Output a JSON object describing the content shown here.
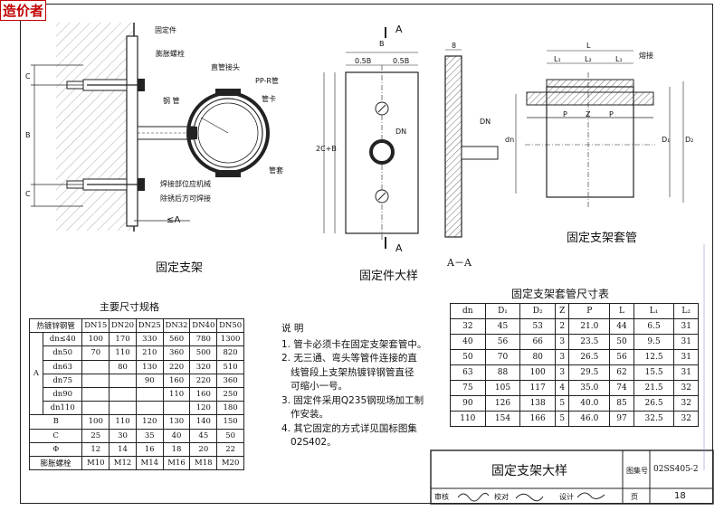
{
  "brand": "造价者",
  "captions": {
    "fixed_support": "固定支架",
    "fixing_detail": "固定件大样",
    "section_aa": "A－A",
    "sleeve": "固定支架套管"
  },
  "labels": {
    "fixing_piece": "固定件",
    "expansion_bolt": "膨胀螺栓",
    "straight_joint": "直管接头",
    "pp_r_pipe": "PP-R管",
    "steel_pipe": "钢 管",
    "clamp": "管卡",
    "weld_note1": "焊接部位应机械",
    "weld_note2": "除锈后方可焊接",
    "sleeve_label": "管套",
    "dn": "DN",
    "dm": "dn",
    "weld": "熔接",
    "section_a": "A",
    "dim_c": "C",
    "dim_b": "B",
    "dim_lt_a": "≤A",
    "dim_05b": "0.5B",
    "dim_2cb": "2C+B",
    "dim_8": "8",
    "dim_l": "L",
    "dim_l1": "L₁",
    "dim_l2": "L₂",
    "dim_p": "P",
    "dim_z": "Z",
    "dim_d1": "D₁",
    "dim_d2": "D₂"
  },
  "dims_table": {
    "title": "主要尺寸规格",
    "corner": "热镀锌钢管",
    "headers": [
      "DN15",
      "DN20",
      "DN25",
      "DN32",
      "DN40",
      "DN50"
    ],
    "a_label": "A",
    "rows": [
      {
        "label": "dn≤40",
        "values": [
          "100",
          "170",
          "330",
          "560",
          "780",
          "1300"
        ]
      },
      {
        "label": "dn50",
        "values": [
          "70",
          "110",
          "210",
          "360",
          "500",
          "820"
        ]
      },
      {
        "label": "dn63",
        "values": [
          "",
          "80",
          "130",
          "220",
          "320",
          "510"
        ]
      },
      {
        "label": "dn75",
        "values": [
          "",
          "",
          "90",
          "160",
          "220",
          "360"
        ]
      },
      {
        "label": "dn90",
        "values": [
          "",
          "",
          "",
          "110",
          "160",
          "250"
        ]
      },
      {
        "label": "dn110",
        "values": [
          "",
          "",
          "",
          "",
          "120",
          "180"
        ]
      },
      {
        "label": "B",
        "values": [
          "100",
          "110",
          "120",
          "130",
          "140",
          "150"
        ]
      },
      {
        "label": "C",
        "values": [
          "25",
          "30",
          "35",
          "40",
          "45",
          "50"
        ]
      },
      {
        "label": "Φ",
        "values": [
          "12",
          "14",
          "16",
          "18",
          "20",
          "22"
        ]
      },
      {
        "label": "膨胀螺栓",
        "values": [
          "M10",
          "M12",
          "M14",
          "M16",
          "M18",
          "M20"
        ]
      }
    ]
  },
  "notes": {
    "title": "说 明",
    "items": [
      "1. 管卡必须卡在固定支架套管中。",
      "2. 无三通、弯头等管件连接的直",
      "   线管段上支架热镀锌钢管直径",
      "   可缩小一号。",
      "3. 固定件采用Q235钢现场加工制",
      "   作安装。",
      "4. 其它固定的方式详见国标图集",
      "   02S402。"
    ]
  },
  "sleeve_table": {
    "title": "固定支架套管尺寸表",
    "headers": [
      "dn",
      "D₁",
      "D₂",
      "Z",
      "P",
      "L",
      "L₁",
      "L₂"
    ],
    "rows": [
      [
        "32",
        "45",
        "53",
        "2",
        "21.0",
        "44",
        "6.5",
        "31"
      ],
      [
        "40",
        "56",
        "66",
        "3",
        "23.5",
        "50",
        "9.5",
        "31"
      ],
      [
        "50",
        "70",
        "80",
        "3",
        "26.5",
        "56",
        "12.5",
        "31"
      ],
      [
        "63",
        "88",
        "100",
        "3",
        "29.5",
        "62",
        "15.5",
        "31"
      ],
      [
        "75",
        "105",
        "117",
        "4",
        "35.0",
        "74",
        "21.5",
        "32"
      ],
      [
        "90",
        "126",
        "138",
        "5",
        "40.0",
        "85",
        "26.5",
        "32"
      ],
      [
        "110",
        "154",
        "166",
        "5",
        "46.0",
        "97",
        "32.5",
        "32"
      ]
    ]
  },
  "title_block": {
    "title": "固定支架大样",
    "atlas_label": "图集号",
    "atlas_no": "02SS405-2",
    "review": "审核",
    "check": "校对",
    "design": "设计",
    "page_label": "页",
    "page_no": "18"
  },
  "colors": {
    "brand": "#c00000",
    "line": "#222222",
    "watermark": "#7a86c7"
  }
}
